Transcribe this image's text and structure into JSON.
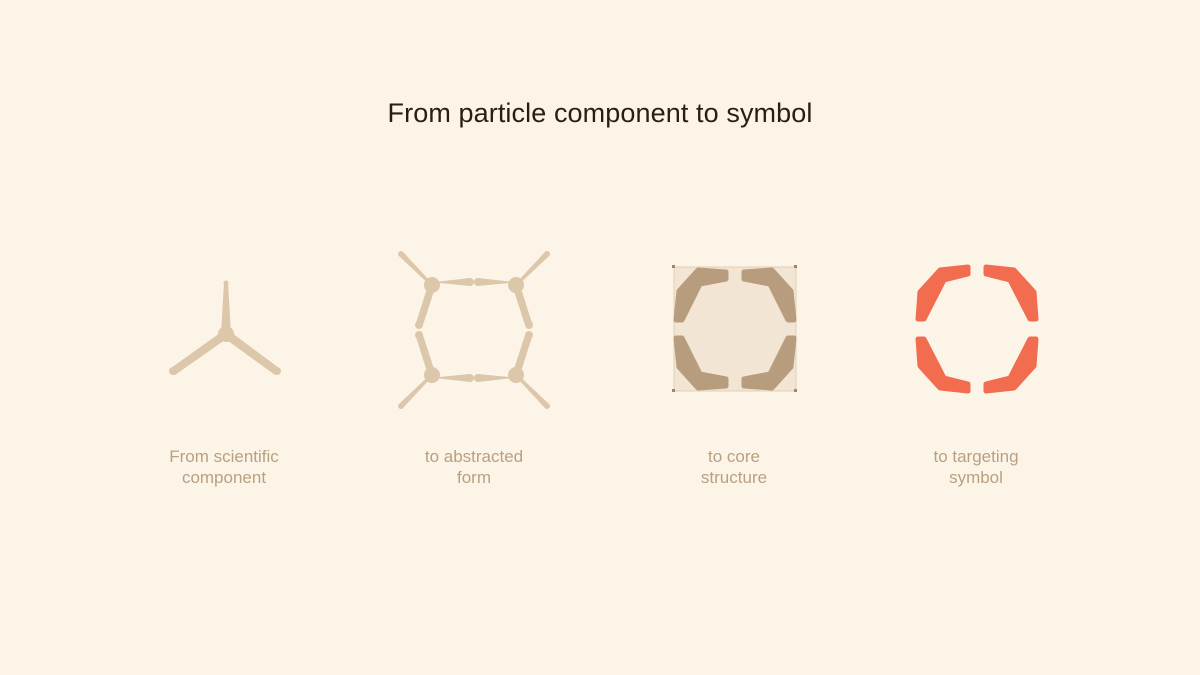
{
  "title": "From particle component to symbol",
  "colors": {
    "background": "#fdf4e8",
    "light_tan": "#dcc7aa",
    "dark_tan": "#b89c7e",
    "square_fill": "#f2e5d4",
    "accent_orange": "#f26d4f",
    "title_text": "#2b1d12",
    "caption_text": "#b9a081"
  },
  "stages": [
    {
      "caption": "From scientific\ncomponent",
      "icon": "tripod-icon"
    },
    {
      "caption": "to abstracted\nform",
      "icon": "four-tripods-icon"
    },
    {
      "caption": "to core\nstructure",
      "icon": "core-structure-icon"
    },
    {
      "caption": "to targeting\nsymbol",
      "icon": "targeting-symbol-icon"
    }
  ]
}
